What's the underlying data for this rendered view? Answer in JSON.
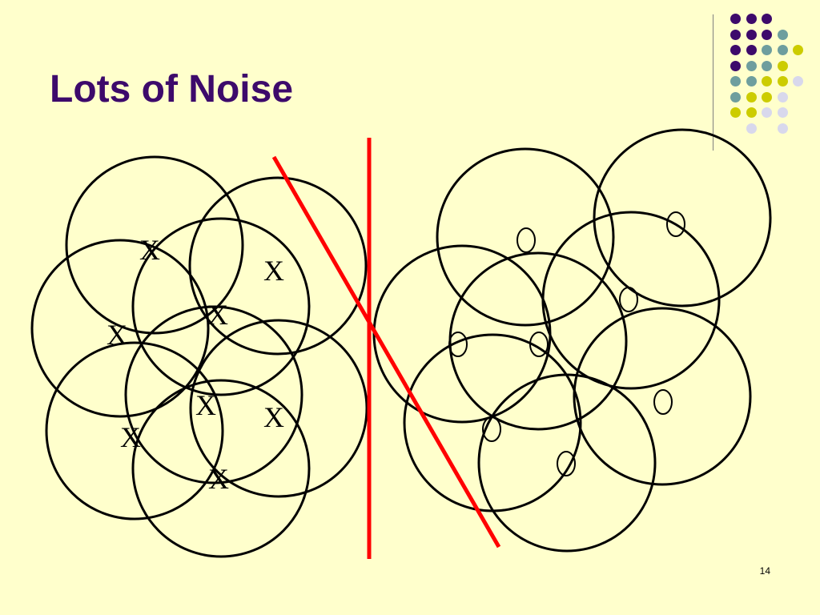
{
  "title": "Lots of Noise",
  "page_number": "14",
  "colors": {
    "background": "#ffffcc",
    "title": "#3d0a6b",
    "separator": "#ff0000",
    "circle": "#000000",
    "dot_purple": "#3d0a6b",
    "dot_teal": "#6e9e9e",
    "dot_yellow": "#cccc00",
    "dot_lavender": "#d8d8ec"
  },
  "diagram": {
    "x_label": "X",
    "o_label": "O"
  }
}
